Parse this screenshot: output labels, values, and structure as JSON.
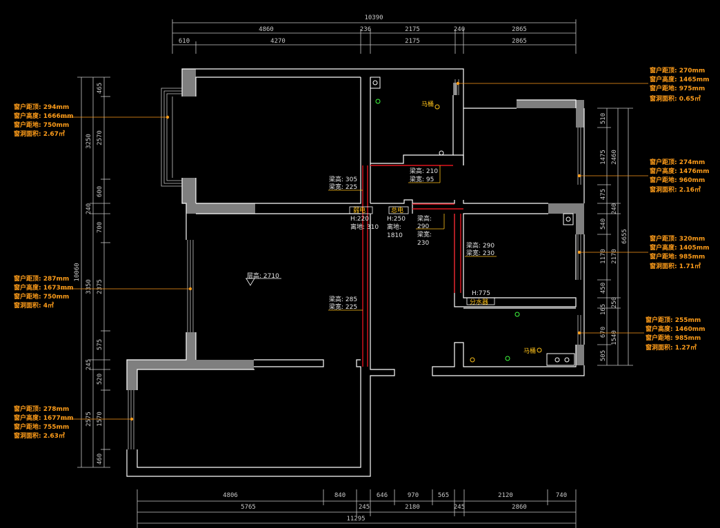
{
  "top_dims": {
    "overall": "10390",
    "row1": [
      "4860",
      "236",
      "2175",
      "240",
      "2865"
    ],
    "row2": [
      "610",
      "4270",
      "2175",
      "2865"
    ]
  },
  "bottom_dims": {
    "row1": [
      "4806",
      "840",
      "646",
      "970",
      "565",
      "2120",
      "740"
    ],
    "row2": [
      "5765",
      "245",
      "2180",
      "245",
      "2860"
    ],
    "overall": "11295"
  },
  "left_dims": {
    "inner": [
      "465",
      "2570",
      "600",
      "240",
      "700",
      "2375",
      "575",
      "245",
      "520",
      "1570",
      "460"
    ],
    "middle": [
      "3250",
      "3350",
      "2575"
    ],
    "overall": "10060"
  },
  "right_dims": {
    "inner": [
      "510",
      "1475",
      "475",
      "240",
      "540",
      "1170",
      "450",
      "165",
      "670",
      "505"
    ],
    "middle": [
      "2460",
      "2170",
      "250",
      "1540"
    ],
    "overall": "6655"
  },
  "windows": [
    {
      "lines": [
        "窗户距顶: 294mm",
        "窗户高度: 1666mm",
        "窗户距地: 750mm",
        "窗洞面积: 2.67㎡"
      ]
    },
    {
      "lines": [
        "窗户距顶: 287mm",
        "窗户高度: 1673mm",
        "窗户距地: 750mm",
        "窗洞面积: 4㎡"
      ]
    },
    {
      "lines": [
        "窗户距顶: 278mm",
        "窗户高度: 1677mm",
        "窗户距地: 755mm",
        "窗洞面积: 2.63㎡"
      ]
    },
    {
      "lines": [
        "窗户距顶: 270mm",
        "窗户高度: 1465mm",
        "窗户距地: 975mm",
        "窗洞面积: 0.65㎡"
      ]
    },
    {
      "lines": [
        "窗户距顶: 274mm",
        "窗户高度: 1476mm",
        "窗户距地: 960mm",
        "窗洞面积: 2.16㎡"
      ]
    },
    {
      "lines": [
        "窗户距顶: 320mm",
        "窗户高度: 1405mm",
        "窗户距地: 985mm",
        "窗洞面积: 1.71㎡"
      ]
    },
    {
      "lines": [
        "窗户距顶: 255mm",
        "窗户高度: 1460mm",
        "窗户距地: 985mm",
        "窗洞面积: 1.27㎡"
      ]
    }
  ],
  "annotations": {
    "beam1": [
      "梁高: 305",
      "梁宽: 225"
    ],
    "beam2": [
      "梁高: 210",
      "梁宽: 95"
    ],
    "beam3": [
      "梁高:",
      "290",
      "梁宽:",
      "230"
    ],
    "beam4": [
      "梁高: 290",
      "梁宽: 230"
    ],
    "beam5": [
      "梁高: 285",
      "梁宽: 225"
    ],
    "weak_box": "弱电",
    "weak_box_h": "H:220",
    "weak_box_floor": "离地: 310",
    "main_box": "总电",
    "main_box_h": "H:250",
    "main_box_floor": "离地:",
    "main_box_floor_val": "1810",
    "ceiling": "层高: 2710",
    "toilet1": "马桶",
    "toilet2": "马桶",
    "water_h": "H:775",
    "water_manifold": "分水器"
  },
  "colors": {
    "wall": "#ffffff",
    "wall_fill": "#7f7f7f",
    "beam": "#e0141e",
    "window_label": "#ff9d1a",
    "annotation_yellow": "#ffc21a",
    "dim": "#c8c8c8",
    "fixture": "#40ff40"
  }
}
